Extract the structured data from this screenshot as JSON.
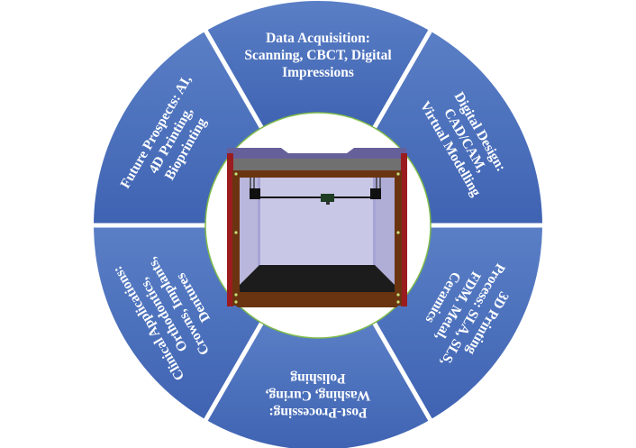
{
  "title": "Digital workflow of 3D printing in dentistry",
  "colors": {
    "segment_fill": "#4267b5",
    "segment_fill_light": "#5277c2",
    "separator": "#ffffff",
    "inner_border": "#7dbb4a",
    "text": "#ffffff"
  },
  "center_image": {
    "label": "3D printer illustration"
  },
  "segments": [
    {
      "id": "data-acquisition",
      "lines": [
        "Data Acquisition:",
        "Scanning, CBCT, Digital",
        "Impressions"
      ]
    },
    {
      "id": "digital-design",
      "lines": [
        "Digital Design:",
        "CAD/CAM,",
        "Virtual Modelling"
      ]
    },
    {
      "id": "printing-process",
      "lines": [
        "3D Printing",
        "Process: SLA, SLS,",
        "FDM, Metal,",
        "Ceramics"
      ]
    },
    {
      "id": "post-processing",
      "lines": [
        "Post-Processing:",
        "Washing, Curing,",
        "Polishing"
      ]
    },
    {
      "id": "clinical-applications",
      "lines": [
        "Clinical Applications:",
        "Orthodontics,",
        "Crowns, Implants,",
        "Dentures"
      ]
    },
    {
      "id": "future-prospects",
      "lines": [
        "Future Prospects: AI,",
        "4D Printing,",
        "Bioprinting"
      ]
    }
  ]
}
